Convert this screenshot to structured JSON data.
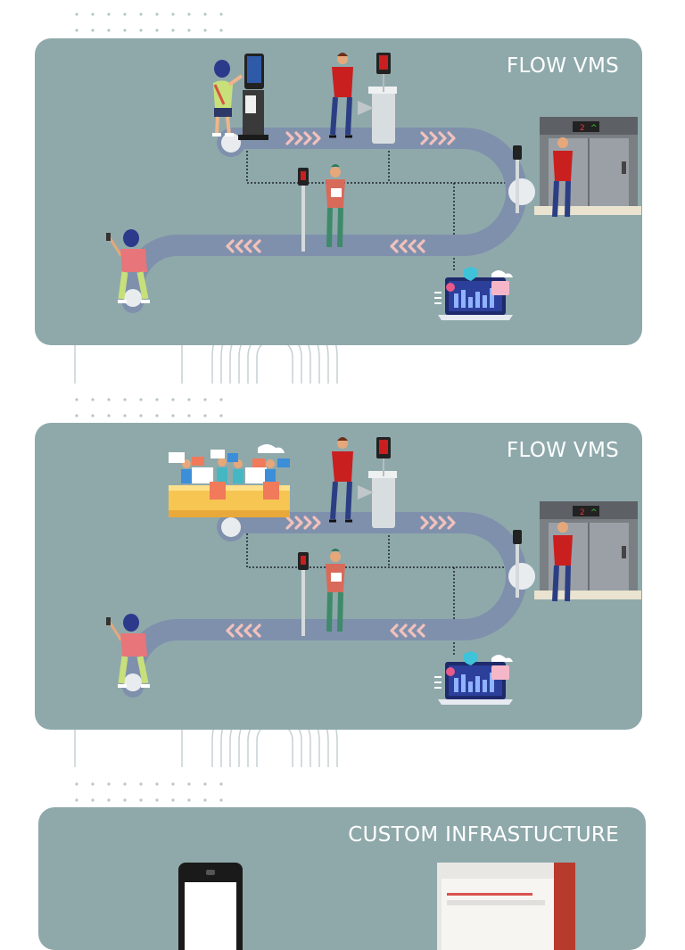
{
  "panels": [
    {
      "title": "FLOW VMS",
      "entry_station": "self-service-kiosk"
    },
    {
      "title": "FLOW VMS",
      "entry_station": "reception-desk"
    },
    {
      "title": "CUSTOM INFRASTUCTURE"
    }
  ],
  "elevator_floor_display": [
    "2",
    "^"
  ],
  "colors": {
    "panel": "#8fa9ab",
    "path": "#7f90ac",
    "arrow": "#f2c1bd",
    "shirt_red": "#c91f1f",
    "pants_blue": "#2c3e83"
  },
  "icons": [
    "kiosk-icon",
    "turnstile-icon",
    "face-terminal-icon",
    "elevator-icon",
    "dashboard-laptop-icon",
    "reception-desk-icon",
    "tablet-icon"
  ]
}
